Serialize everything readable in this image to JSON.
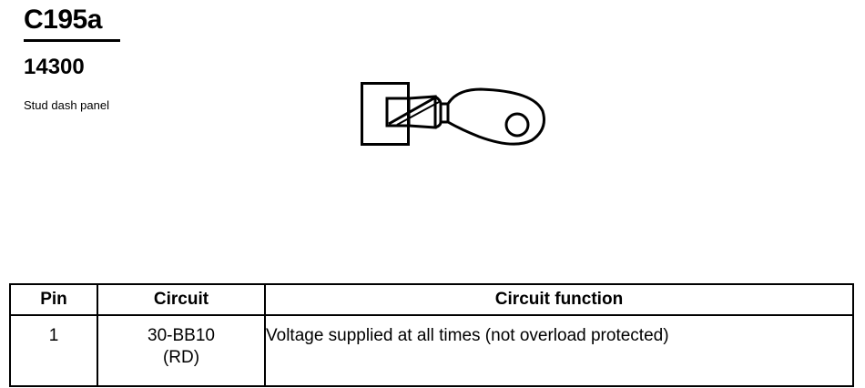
{
  "header": {
    "connector_id": "C195a",
    "part_number": "14300",
    "location": "Stud dash panel"
  },
  "table": {
    "columns": [
      "Pin",
      "Circuit",
      "Circuit function"
    ],
    "rows": [
      {
        "pin": "1",
        "circuit_code": "30-BB10",
        "circuit_color": "(RD)",
        "function": "Voltage supplied at all times (not overload protected)"
      }
    ]
  },
  "drawing": {
    "icon": "ring-terminal-icon"
  }
}
